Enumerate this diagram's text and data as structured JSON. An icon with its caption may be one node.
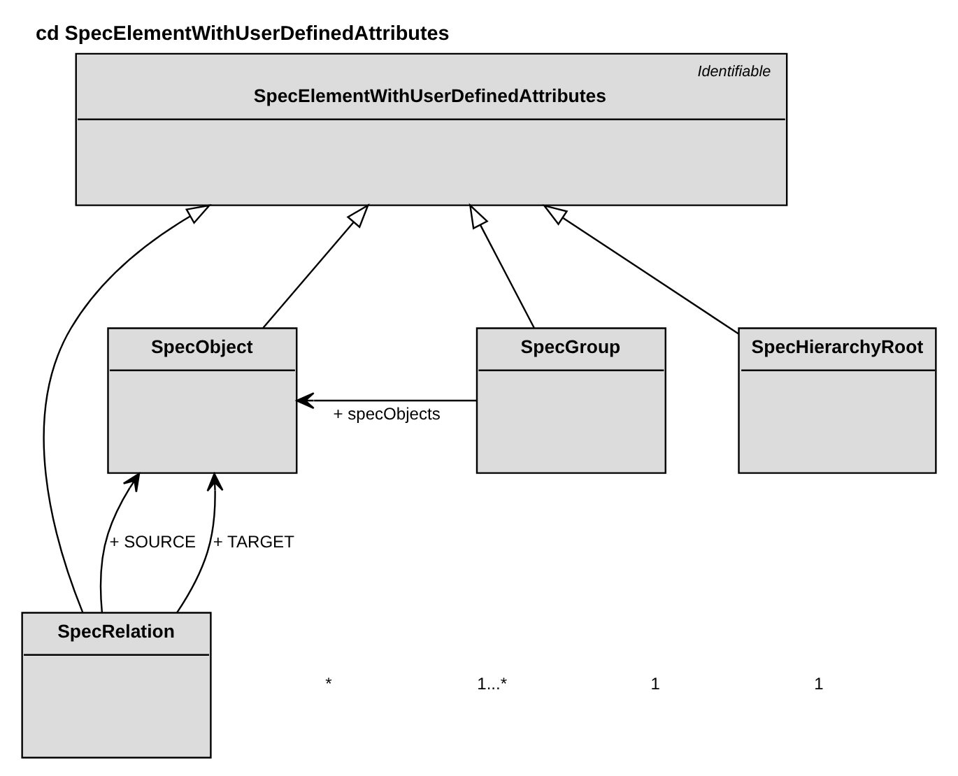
{
  "diagram": {
    "title": "cd SpecElementWithUserDefinedAttributes",
    "nodes": [
      {
        "text": [
          "Identifiable",
          "SpecElementWithUserDefinedAttributes"
        ]
      },
      {
        "text": [
          "SpecObject"
        ]
      },
      {
        "text": [
          "SpecGroup"
        ]
      },
      {
        "text": [
          "SpecHierarchyRoot"
        ]
      },
      {
        "text": [
          "SpecRelation"
        ]
      }
    ],
    "edges": [
      {
        "from": 1,
        "to": 0,
        "arrow": "to"
      },
      {
        "from": 2,
        "to": 0,
        "arrow": "to"
      },
      {
        "from": 3,
        "to": 0,
        "arrow": "to"
      },
      {
        "from": 4,
        "to": 0,
        "arrow": "to"
      },
      {
        "from": 2,
        "to": 1,
        "arrow": "to",
        "label": "+ specObjects"
      },
      {
        "from": 4,
        "to": 1,
        "arrow": "to",
        "label": "+ SOURCE"
      },
      {
        "from": 4,
        "to": 1,
        "arrow": "to",
        "label": "+ TARGET"
      }
    ],
    "labels": [
      "*",
      "1...*",
      "1",
      "1"
    ]
  }
}
